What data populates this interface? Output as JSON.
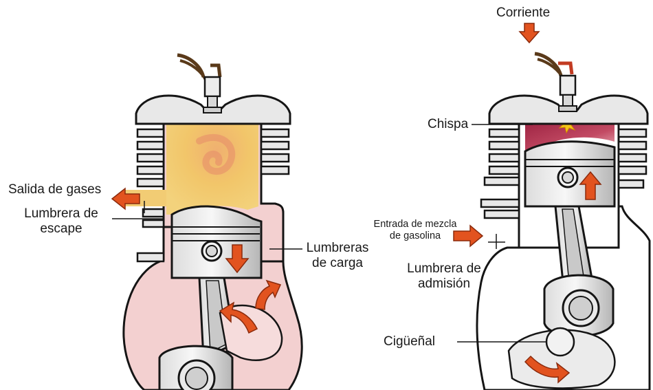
{
  "labels": {
    "left": {
      "exhaust_out": "Salida de gases",
      "exhaust_port_line1": "Lumbrera de",
      "exhaust_port_line2": "escape",
      "transfer_ports_line1": "Lumbreras",
      "transfer_ports_line2": "de carga"
    },
    "right": {
      "current": "Corriente",
      "spark": "Chispa",
      "mixture_in_line1": "Entrada de mezcla",
      "mixture_in_line2": "de gasolina",
      "intake_port_line1": "Lumbrera de",
      "intake_port_line2": "admisión",
      "crankshaft": "Cigüeñal"
    }
  },
  "colors": {
    "outline": "#151515",
    "crankcase_gas": "#f2cfcf",
    "combustion_gas": "#f1c564",
    "combustion_swirl": "#e9a56a",
    "compressed_mixture": "#b7334f",
    "spark": "#f5c518",
    "arrow": "#e2531f",
    "metal_light": "#eeeeee",
    "metal_dark": "#b9b9b9",
    "wire": "#5a3a1a",
    "wire_red": "#c23b22"
  },
  "icons": [
    "arrow-left-icon",
    "arrow-right-icon",
    "arrow-down-icon",
    "arrow-up-icon",
    "curved-arrow-icon",
    "spark-icon",
    "spark-plug-icon"
  ]
}
